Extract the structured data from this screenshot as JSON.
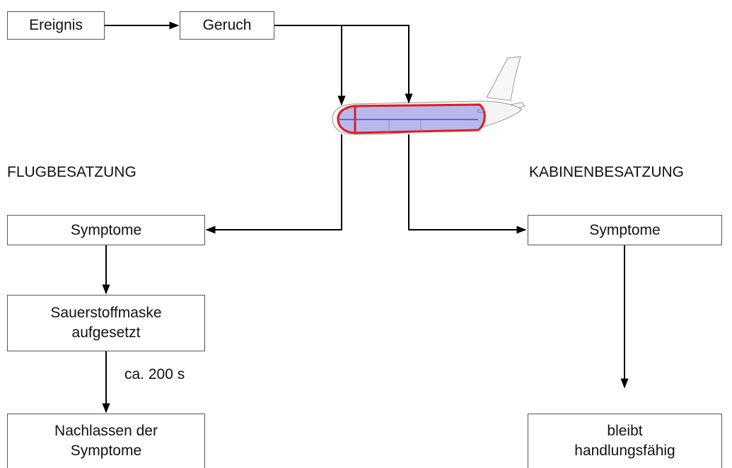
{
  "nodes": {
    "ereignis": "Ereignis",
    "geruch": "Geruch",
    "symptome_flug": "Symptome",
    "sauerstoffmaske": "Sauerstoffmaske\naufgesetzt",
    "nachlassen": "Nachlassen der\nSymptome",
    "symptome_kabine": "Symptome",
    "bleibt": "bleibt\nhandlungsfähig"
  },
  "labels": {
    "flugbesatzung": "FLUGBESATZUNG",
    "kabinenbesatzung": "KABINENBESATZUNG",
    "duration": "ca. 200 s"
  },
  "colors": {
    "outline": "#555555",
    "arrow": "#000000",
    "aircraft_highlight_fill": "#b8b8ec",
    "aircraft_highlight_stroke": "#e01b1b"
  },
  "icons": {
    "aircraft": "airplane-icon"
  }
}
